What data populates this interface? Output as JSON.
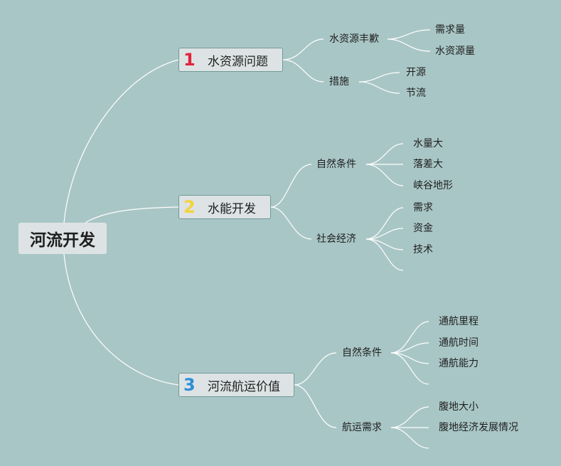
{
  "root": {
    "label": "河流开发"
  },
  "branches": [
    {
      "number": "1",
      "number_color": "#e2233b",
      "label": "水资源问题",
      "children": [
        {
          "label": "水资源丰歉",
          "children": [
            "需求量",
            "水资源量"
          ]
        },
        {
          "label": "措施",
          "children": [
            "开源",
            "节流"
          ]
        }
      ]
    },
    {
      "number": "2",
      "number_color": "#f2d33a",
      "label": "水能开发",
      "children": [
        {
          "label": "自然条件",
          "children": [
            "水量大",
            "落差大",
            "峡谷地形"
          ]
        },
        {
          "label": "社会经济",
          "children": [
            "需求",
            "资金",
            "技术"
          ]
        }
      ]
    },
    {
      "number": "3",
      "number_color": "#2f8fd6",
      "label": "河流航运价值",
      "children": [
        {
          "label": "自然条件",
          "children": [
            "通航里程",
            "通航时间",
            "通航能力"
          ]
        },
        {
          "label": "航运需求",
          "children": [
            "腹地大小",
            "腹地经济发展情况"
          ]
        }
      ]
    }
  ]
}
